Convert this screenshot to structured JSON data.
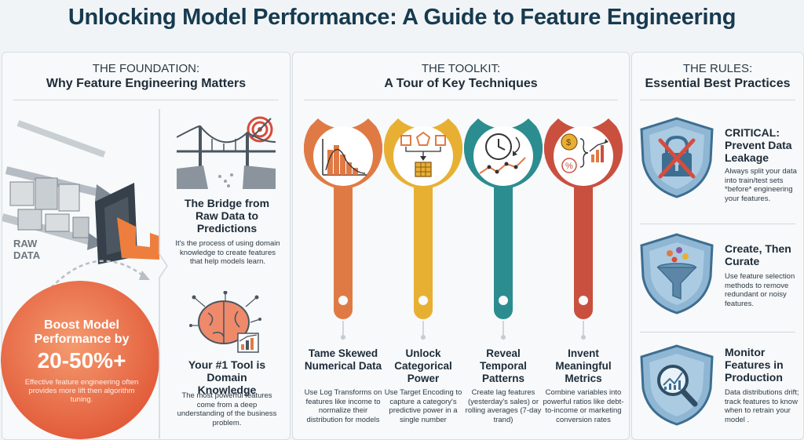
{
  "title": "Unlocking Model Performance: A Guide to Feature Engineering",
  "foundation": {
    "label": "THE FOUNDATION:",
    "heading": "Why Feature Engineering Matters",
    "raw_data_line1": "RAW",
    "raw_data_line2": "DATA",
    "boost": {
      "line1": "Boost Model",
      "line2": "Performance by",
      "value": "20-50%+",
      "desc": "Effective feature engineering often provides more lift then algorithm tuning."
    },
    "bridge": {
      "title": "The Bridge from Raw Data to Predictions",
      "desc": "It's the process of using domain knowledge to create features that help models learn."
    },
    "tool": {
      "title": "Your #1 Tool is Domain Knowledge",
      "desc": "The most powerful features come from a deep understanding of the business problem."
    }
  },
  "toolkit": {
    "label": "THE TOOLKIT:",
    "heading": "A Tour of Key Techniques",
    "items": [
      {
        "title": "Tame Skewed Numerical Data",
        "desc": "Use Log Transforms on features like income to normalize their distribution for models",
        "color": "#e07a45"
      },
      {
        "title": "Unlock Categorical Power",
        "desc": "Use Target Encoding to capture a category's predictive power in a single number",
        "color": "#e8b033"
      },
      {
        "title": "Reveal Temporal Patterns",
        "desc": "Create lag features (yesterday's sales) or rolling averages (7-day trand)",
        "color": "#2b8d8f"
      },
      {
        "title": "Invent Meaningful Metrics",
        "desc": "Combine variables into powerful ratios like debt-to-income or marketing conversion rates",
        "color": "#c9503f"
      }
    ]
  },
  "rules": {
    "label": "THE RULES:",
    "heading": "Essential Best Practices",
    "items": [
      {
        "title": "CRITICAL: Prevent Data Leakage",
        "desc": "Always split your data into train/test sets *before* engineering your features."
      },
      {
        "title": "Create, Then Curate",
        "desc": "Use feature selection methods to remove redundant or noisy features."
      },
      {
        "title": "Monitor Features in Production",
        "desc": "Data distributions drift; track features to know when to retrain your model ."
      }
    ]
  }
}
